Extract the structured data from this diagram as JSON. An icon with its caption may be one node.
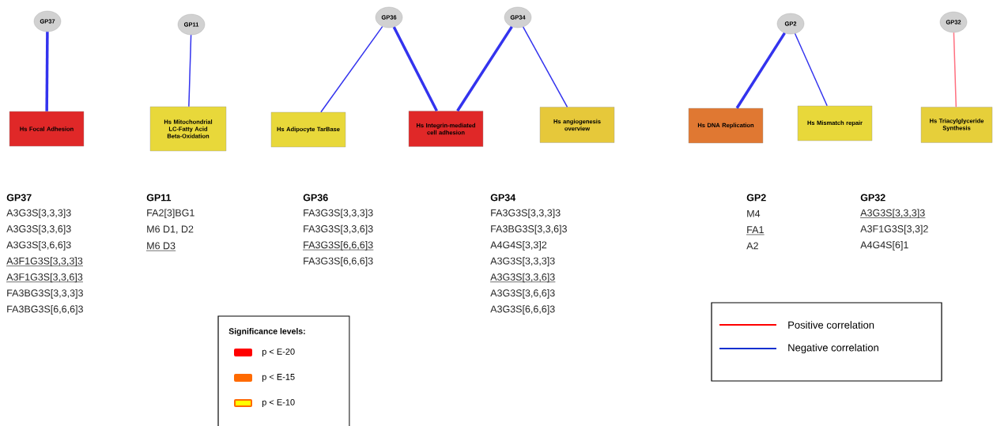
{
  "diagram": {
    "nodes": [
      {
        "text": [
          "GP37"
        ]
      },
      {
        "text": [
          "GP11"
        ]
      },
      {
        "text": [
          "GP36"
        ]
      },
      {
        "text": [
          "GP34"
        ]
      },
      {
        "text": [
          "GP2"
        ]
      },
      {
        "text": [
          "GP32"
        ]
      },
      {
        "text": [
          "Hs Focal Adhesion"
        ]
      },
      {
        "text": [
          "Hs Mitochondrial LC-Fatty Acid Beta-Oxidation"
        ]
      },
      {
        "text": [
          "Hs Adipocyte TarBase"
        ]
      },
      {
        "text": [
          "Hs Integrin-mediated cell adhesion"
        ]
      },
      {
        "text": [
          "Hs angiogenesis overview"
        ]
      },
      {
        "text": [
          "Hs DNA Replication"
        ]
      },
      {
        "text": [
          "Hs Mismatch repair"
        ]
      },
      {
        "text": [
          "Hs Triacylglyceride Synthesis"
        ]
      }
    ],
    "edges": [
      {
        "from": 0,
        "to": 6,
        "arrow": "none",
        "style": "thick"
      },
      {
        "from": 1,
        "to": 7,
        "arrow": "none"
      },
      {
        "from": 2,
        "to": 8,
        "arrow": "none"
      },
      {
        "from": 2,
        "to": 9,
        "arrow": "none",
        "style": "thick"
      },
      {
        "from": 3,
        "to": 9,
        "arrow": "none",
        "style": "thick"
      },
      {
        "from": 3,
        "to": 10,
        "arrow": "none"
      },
      {
        "from": 4,
        "to": 11,
        "arrow": "none",
        "style": "thick"
      },
      {
        "from": 4,
        "to": 12,
        "arrow": "none"
      },
      {
        "from": 5,
        "to": 13,
        "arrow": "none",
        "color": "#ff7080"
      }
    ],
    "labels": [
      "GP37",
      "A3G3S[3,3,3]3",
      "A3G3S[3,3,6]3",
      "A3G3S[3,6,6]3",
      "A3F1G3S[3,3,3]3",
      "A3F1G3S[3,3,6]3",
      "FA3BG3S[3,3,3]3",
      "FA3BG3S[6,6,6]3",
      "GP11",
      "FA2[3]BG1",
      "M6 D1, D2",
      "M6 D3",
      "GP36",
      "FA3G3S[3,3,3]3",
      "FA3G3S[3,3,6]3",
      "FA3G3S[6,6,6]3",
      "FA3G3S[6,6,6]3",
      "GP34",
      "FA3G3S[3,3,3]3",
      "FA3BG3S[3,3,6]3",
      "A4G4S[3,3]2",
      "A3G3S[3,3,3]3",
      "A3G3S[3,3,6]3",
      "A3G3S[3,6,6]3",
      "A3G3S[6,6,6]3",
      "GP2",
      "M4",
      "FA1",
      "A2",
      "GP32",
      "A3G3S[3,3,3]3",
      "A3F1G3S[3,3]2",
      "A4G4S[6]1",
      "Significance levels:"
    ],
    "legend": [
      {
        "text": "p < E-20",
        "color": "#ff0000"
      },
      {
        "text": "p < E-15",
        "color": "#ff6a00"
      },
      {
        "text": "p < E-10",
        "color": "#ffff00"
      },
      {
        "text": "Positive correlation"
      },
      {
        "text": "Negative correlation"
      }
    ]
  }
}
